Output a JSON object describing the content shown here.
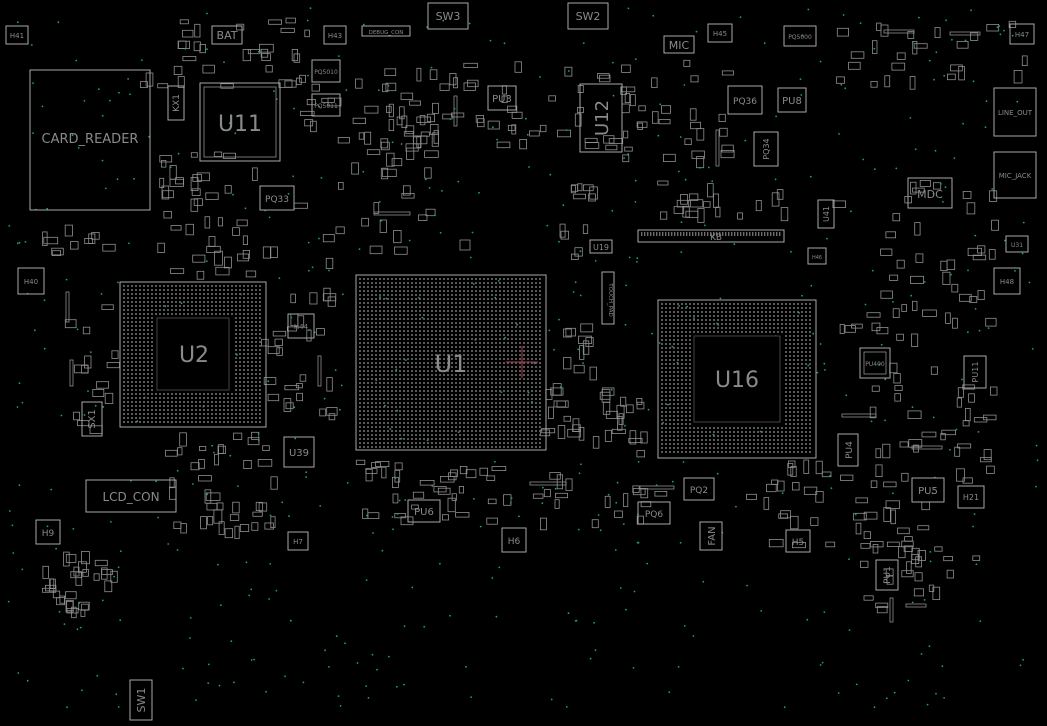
{
  "board": {
    "background": "#000000",
    "outline_color": "#a8a8a8",
    "label_color": "#8a8a8a",
    "via_color": "#1f9b8a",
    "marker_color": "#b03a4a"
  },
  "components": [
    {
      "ref": "CARD_READER",
      "big": true
    },
    {
      "ref": "U11",
      "big": true
    },
    {
      "ref": "U2",
      "big": true
    },
    {
      "ref": "U1",
      "big": true
    },
    {
      "ref": "U12",
      "big": true
    },
    {
      "ref": "U16",
      "big": true
    },
    {
      "ref": "LCD_CON",
      "big": true
    },
    {
      "ref": "BAT"
    },
    {
      "ref": "SW3"
    },
    {
      "ref": "SW2"
    },
    {
      "ref": "SW1"
    },
    {
      "ref": "MIC"
    },
    {
      "ref": "KB"
    },
    {
      "ref": "MDC"
    },
    {
      "ref": "LINE_OUT"
    },
    {
      "ref": "MIC_JACK"
    },
    {
      "ref": "FAN"
    },
    {
      "ref": "DEBUG_CON"
    },
    {
      "ref": "TOUCH_PAD"
    },
    {
      "ref": "U19"
    },
    {
      "ref": "U39"
    },
    {
      "ref": "U41"
    },
    {
      "ref": "PU11"
    },
    {
      "ref": "PU3"
    },
    {
      "ref": "PU8"
    },
    {
      "ref": "PU4"
    },
    {
      "ref": "PU5"
    },
    {
      "ref": "PU6"
    },
    {
      "ref": "PU1"
    },
    {
      "ref": "PQ36"
    },
    {
      "ref": "PQ34"
    },
    {
      "ref": "PQ33"
    },
    {
      "ref": "PQ2"
    },
    {
      "ref": "PQ6"
    },
    {
      "ref": "PQ5010"
    },
    {
      "ref": "PQ5011"
    },
    {
      "ref": "PQ5000"
    },
    {
      "ref": "H41"
    },
    {
      "ref": "H43"
    },
    {
      "ref": "H45"
    },
    {
      "ref": "H47"
    },
    {
      "ref": "H40"
    },
    {
      "ref": "H48"
    },
    {
      "ref": "H44"
    },
    {
      "ref": "H9"
    },
    {
      "ref": "H7"
    },
    {
      "ref": "H6"
    },
    {
      "ref": "H5"
    },
    {
      "ref": "H21"
    },
    {
      "ref": "H46"
    },
    {
      "ref": "SX1"
    },
    {
      "ref": "KX1"
    },
    {
      "ref": "U31"
    },
    {
      "ref": "PU400"
    }
  ]
}
